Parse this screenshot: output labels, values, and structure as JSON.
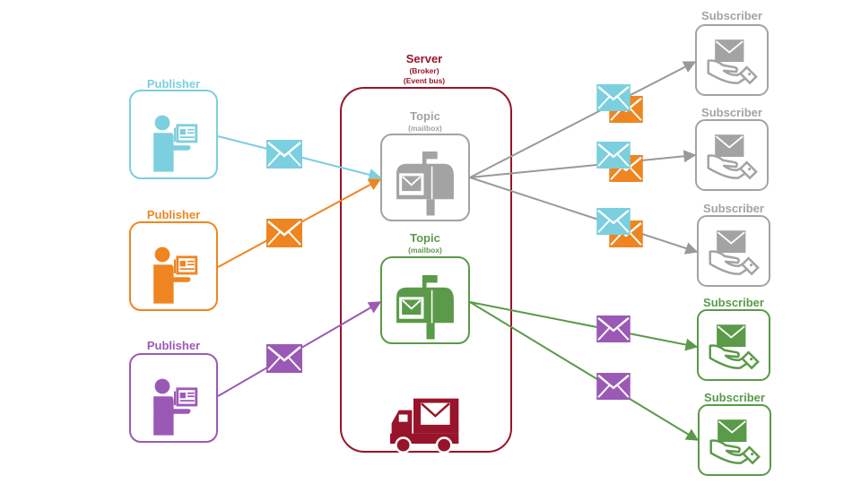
{
  "colors": {
    "blue": "#7ccfde",
    "orange": "#ee8520",
    "purple": "#9b59b6",
    "gray": "#a3a3a3",
    "green": "#5a9a48",
    "server": "#97142a",
    "arrow_gray": "#999999"
  },
  "publishers": [
    {
      "label": "Publisher",
      "color": "blue",
      "icon": "person-newspaper-icon"
    },
    {
      "label": "Publisher",
      "color": "orange",
      "icon": "person-newspaper-icon"
    },
    {
      "label": "Publisher",
      "color": "purple",
      "icon": "person-newspaper-icon"
    }
  ],
  "server": {
    "title": "Server",
    "subtitle1": "(Broker)",
    "subtitle2": "(Event bus)",
    "icon": "delivery-truck-icon"
  },
  "topics": [
    {
      "title": "Topic",
      "subtitle": "(mailbox)",
      "color": "gray",
      "icon": "mailbox-icon"
    },
    {
      "title": "Topic",
      "subtitle": "(mailbox)",
      "color": "green",
      "icon": "mailbox-icon"
    }
  ],
  "subscribers": [
    {
      "label": "Subscriber",
      "color": "gray",
      "icon": "hand-envelope-icon"
    },
    {
      "label": "Subscriber",
      "color": "gray",
      "icon": "hand-envelope-icon"
    },
    {
      "label": "Subscriber",
      "color": "gray",
      "icon": "hand-envelope-icon"
    },
    {
      "label": "Subscriber",
      "color": "green",
      "icon": "hand-envelope-icon"
    },
    {
      "label": "Subscriber",
      "color": "green",
      "icon": "hand-envelope-icon"
    }
  ]
}
